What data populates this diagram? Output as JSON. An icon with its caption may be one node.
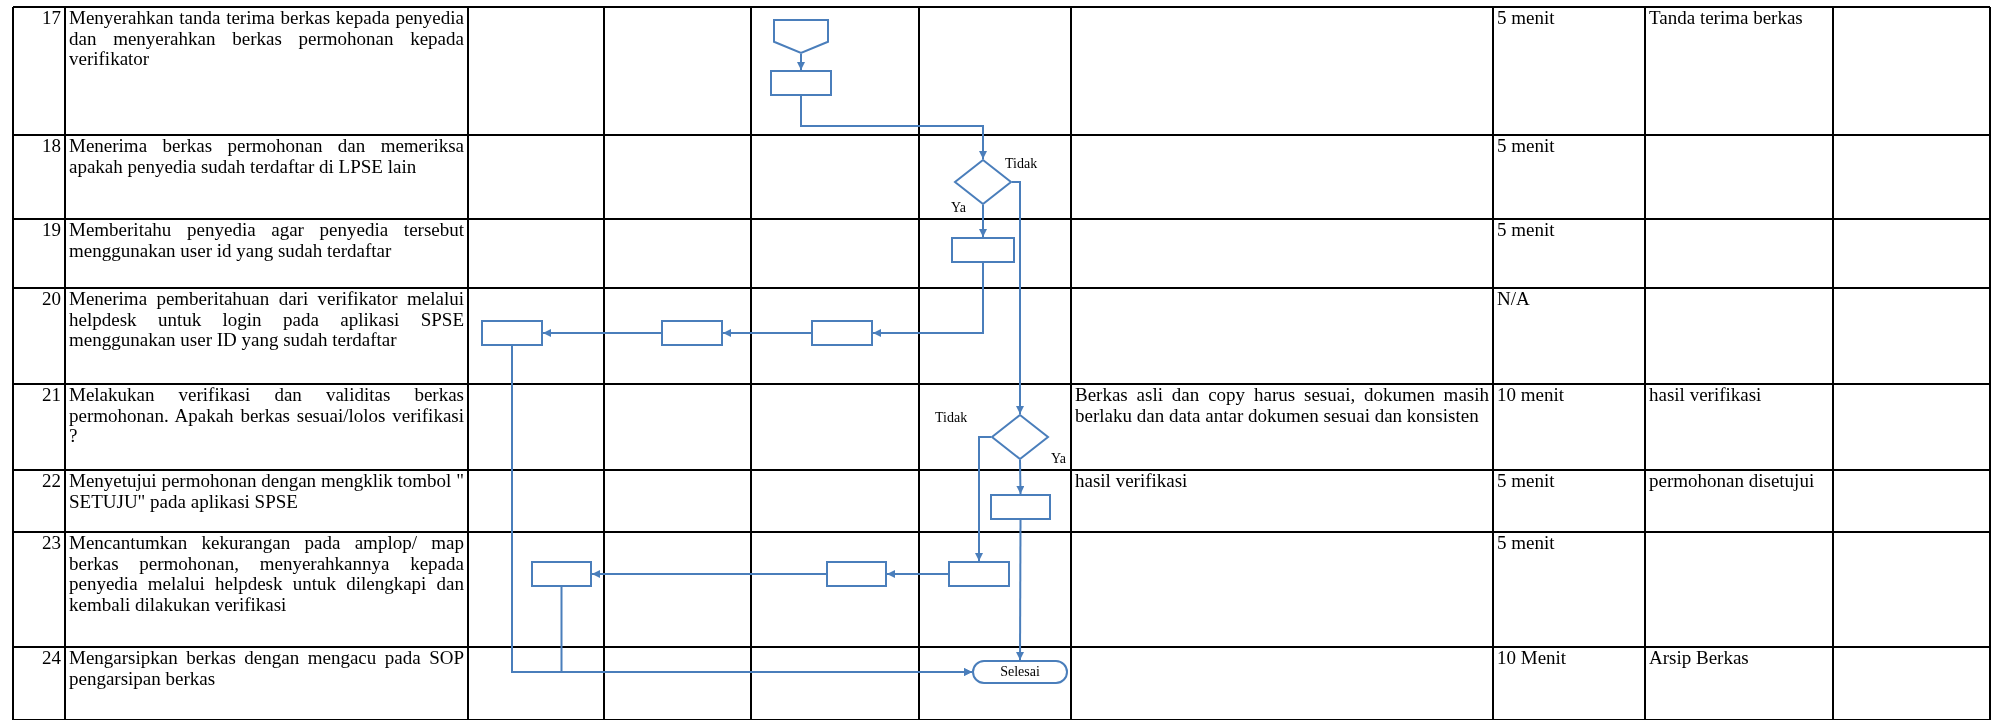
{
  "diagram": {
    "nodes": [
      {
        "text": [],
        "shape": "pentagon"
      },
      {
        "text": [],
        "shape": "box"
      },
      {
        "text": [],
        "shape": "diamond"
      },
      {
        "text": [],
        "shape": "box"
      },
      {
        "text": [],
        "shape": "box"
      },
      {
        "text": [],
        "shape": "box"
      },
      {
        "text": [],
        "shape": "box"
      },
      {
        "text": [],
        "shape": "diamond"
      },
      {
        "text": [],
        "shape": "box"
      },
      {
        "text": [],
        "shape": "box"
      },
      {
        "text": [],
        "shape": "box"
      },
      {
        "text": [],
        "shape": "box"
      },
      {
        "text": [
          "Selesai"
        ]
      }
    ],
    "edges": [
      {
        "from": 0,
        "to": 1,
        "arrow": "to"
      },
      {
        "from": 1,
        "to": 2,
        "arrow": "to"
      },
      {
        "from": 2,
        "to": 3,
        "arrow": "to",
        "label": "Ya"
      },
      {
        "from": 2,
        "to": 7,
        "arrow": "to",
        "label": "Tidak"
      },
      {
        "from": 3,
        "to": 6,
        "arrow": "to"
      },
      {
        "from": 6,
        "to": 5,
        "arrow": "to"
      },
      {
        "from": 5,
        "to": 4,
        "arrow": "to"
      },
      {
        "from": 4,
        "to": 12,
        "arrow": "to"
      },
      {
        "from": 7,
        "to": 8,
        "arrow": "to",
        "label": "Ya"
      },
      {
        "from": 7,
        "to": 11,
        "arrow": "to",
        "label": "Tidak"
      },
      {
        "from": 8,
        "to": 12,
        "arrow": "to"
      },
      {
        "from": 11,
        "to": 10,
        "arrow": "to"
      },
      {
        "from": 10,
        "to": 9,
        "arrow": "to"
      },
      {
        "from": 9,
        "to": 12,
        "arrow": "to"
      }
    ],
    "labels": [
      "17",
      "Menyerahkan tanda terima berkas kepada penyedia dan menyerahkan berkas permohonan kepada verifikator",
      "5 menit",
      "Tanda terima berkas",
      "18",
      "Menerima berkas permohonan dan memeriksa apakah penyedia sudah terdaftar di LPSE lain",
      "5 menit",
      "19",
      "Memberitahu penyedia agar penyedia tersebut menggunakan user id yang sudah terdaftar",
      "5 menit",
      "20",
      "Menerima pemberitahuan dari verifikator melalui helpdesk untuk login pada aplikasi SPSE menggunakan user ID yang sudah terdaftar",
      "N/A",
      "21",
      "Melakukan verifikasi dan validitas berkas permohonan. Apakah berkas sesuai/lolos verifikasi ?",
      "Berkas asli dan copy harus sesuai, dokumen masih berlaku dan data antar dokumen sesuai dan konsisten",
      "10 menit",
      "hasil verifikasi",
      "22",
      "Menyetujui permohonan dengan mengklik tombol \" SETUJU\" pada aplikasi SPSE",
      "hasil verifikasi",
      "5 menit",
      "permohonan disetujui",
      "23",
      "Mencantumkan kekurangan pada amplop/ map berkas permohonan, menyerahkannya kepada penyedia melalui helpdesk untuk dilengkapi dan kembali dilakukan verifikasi",
      "5 menit",
      "24",
      "Mengarsipkan berkas dengan mengacu pada SOP pengarsipan berkas",
      "10 Menit",
      "Arsip Berkas"
    ]
  }
}
